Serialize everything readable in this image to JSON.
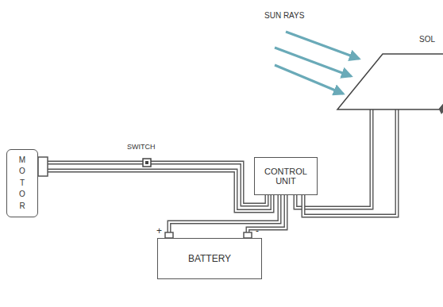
{
  "diagram": {
    "nodes": [
      {
        "text": [
          "MOTOR"
        ]
      },
      {
        "text": [
          "CONTROL UNIT"
        ]
      },
      {
        "text": [
          "BATTERY"
        ]
      }
    ],
    "edges": [
      {
        "from": 0,
        "to": 1,
        "arrow": "none"
      },
      {
        "from": 0,
        "to": 1,
        "arrow": "none"
      },
      {
        "from": 2,
        "to": 1,
        "arrow": "none"
      },
      {
        "from": 2,
        "to": 1,
        "arrow": "none"
      }
    ],
    "labels": [
      "SUN RAYS",
      "SWITCH",
      "SOL",
      "+",
      "-"
    ]
  }
}
